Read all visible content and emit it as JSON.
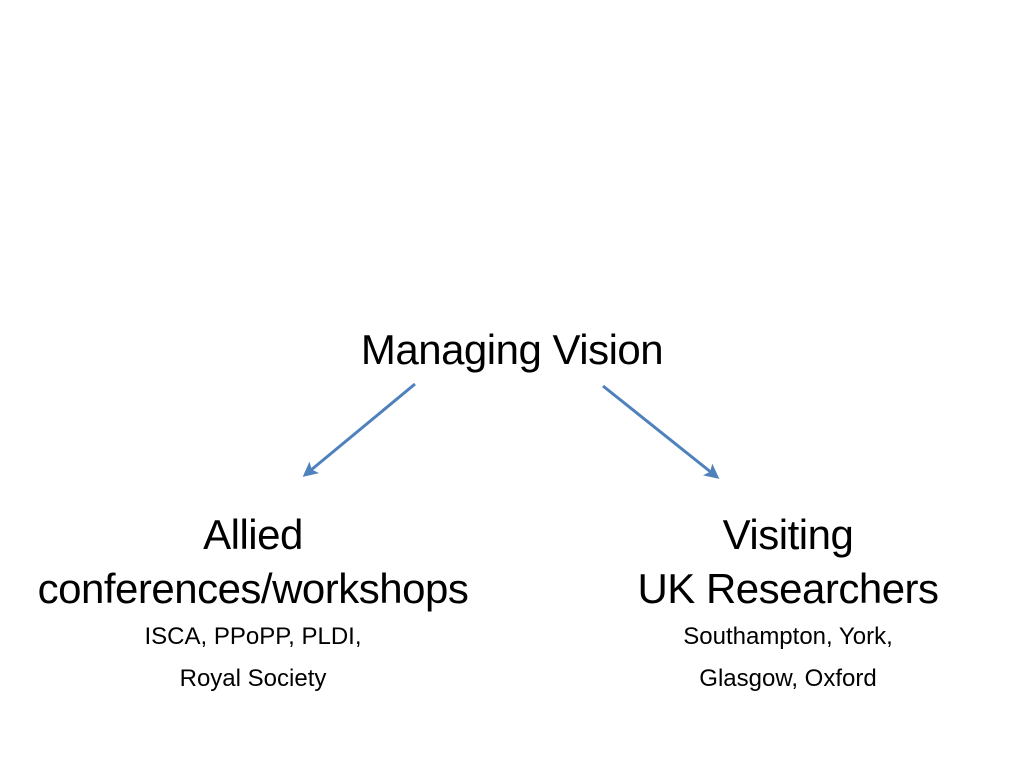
{
  "slide": {
    "title": "Managing Vision",
    "background_color": "#ffffff",
    "text_color": "#000000",
    "arrow_color": "#4f81bd",
    "nodes": [
      {
        "heading_lines": [
          "Allied",
          "conferences/workshops"
        ],
        "detail_lines": [
          "ISCA, PPoPP, PLDI,",
          "Royal Society"
        ]
      },
      {
        "heading_lines": [
          "Visiting",
          "UK Researchers"
        ],
        "detail_lines": [
          "Southampton, York,",
          "Glasgow, Oxford"
        ]
      }
    ]
  }
}
